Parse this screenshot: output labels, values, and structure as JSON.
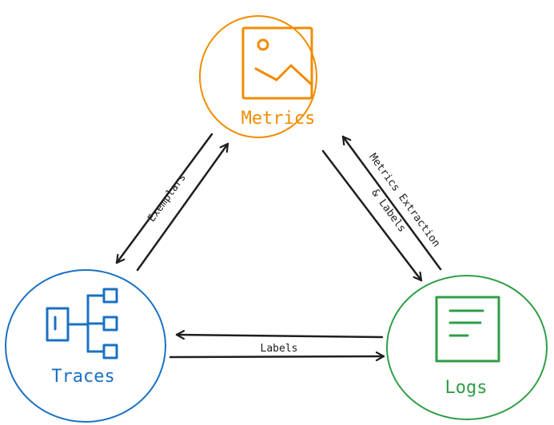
{
  "nodes": {
    "metrics": {
      "label": "Metrics",
      "icon": "image-icon",
      "color": "#f08c00"
    },
    "traces": {
      "label": "Traces",
      "icon": "hierarchy-icon",
      "color": "#1971c2"
    },
    "logs": {
      "label": "Logs",
      "icon": "document-icon",
      "color": "#2f9e44"
    }
  },
  "edges": {
    "exemplars": {
      "label": "Exemplars"
    },
    "metrics_extraction": {
      "label_line1": "Metrics Extraction",
      "label_line2": "& Labels"
    },
    "labels": {
      "label": "Labels"
    }
  },
  "colors": {
    "arrow": "#1e1e1e",
    "background": "#ffffff"
  }
}
